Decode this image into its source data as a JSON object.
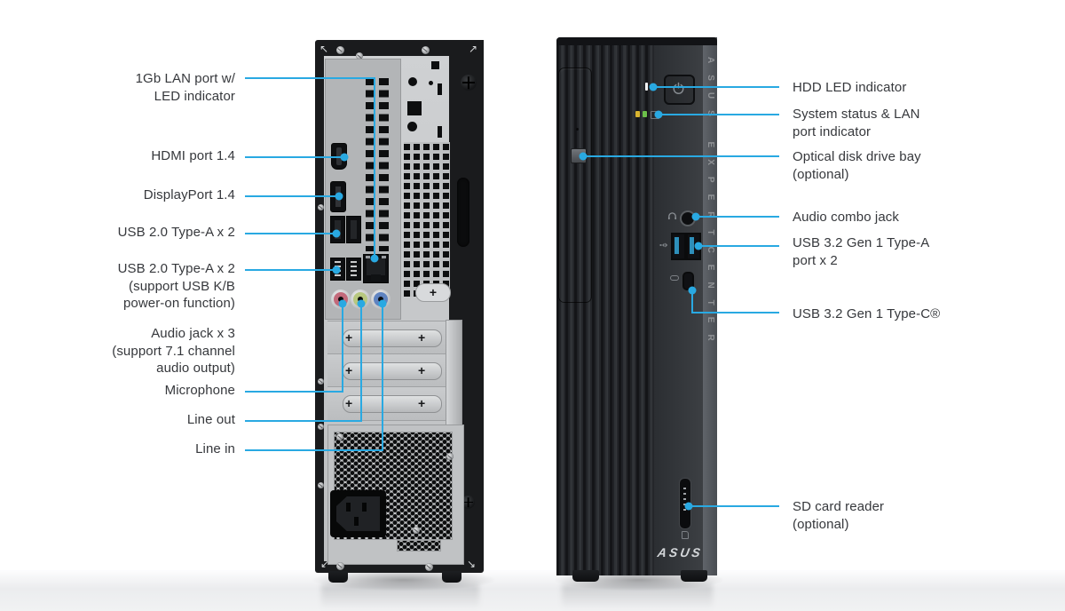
{
  "colors": {
    "accent": "#29a9e2",
    "label_text": "#36383c",
    "led_hdd": "#f2f3f4",
    "led_status_yellow": "#d9b430",
    "led_status_green": "#6cc04a",
    "jack_microphone": "#c2697a",
    "jack_line_out": "#b7c77f",
    "jack_line_in": "#5f83c0",
    "usb_tongue": "#2e8fba"
  },
  "labels": {
    "left": [
      {
        "text": "1Gb LAN port w/\nLED indicator"
      },
      {
        "text": "HDMI port 1.4"
      },
      {
        "text": "DisplayPort 1.4"
      },
      {
        "text": "USB 2.0 Type-A x 2"
      },
      {
        "text": "USB 2.0 Type-A x 2\n(support USB K/B\npower-on function)"
      },
      {
        "text": "Audio jack x 3\n(support 7.1 channel\naudio output)"
      },
      {
        "text": "Microphone"
      },
      {
        "text": "Line out"
      },
      {
        "text": "Line in"
      }
    ],
    "right": [
      {
        "text": "HDD LED indicator"
      },
      {
        "text": "System status & LAN\nport indicator"
      },
      {
        "text": "Optical disk drive bay\n(optional)"
      },
      {
        "text": "Audio combo jack"
      },
      {
        "text": "USB 3.2 Gen 1 Type-A\nport x 2"
      },
      {
        "text": "USB 3.2 Gen 1 Type-C®"
      },
      {
        "text": "SD card reader\n(optional)"
      }
    ]
  },
  "front_view": {
    "side_text": "ASUS EXPERTCENTER",
    "logo_text": "ASUS"
  },
  "symbols": {
    "corner_arrow_tl": "↖",
    "corner_arrow_tr": "↗",
    "corner_arrow_bl": "↙",
    "corner_arrow_br": "↘",
    "expansion_screw": "+"
  }
}
